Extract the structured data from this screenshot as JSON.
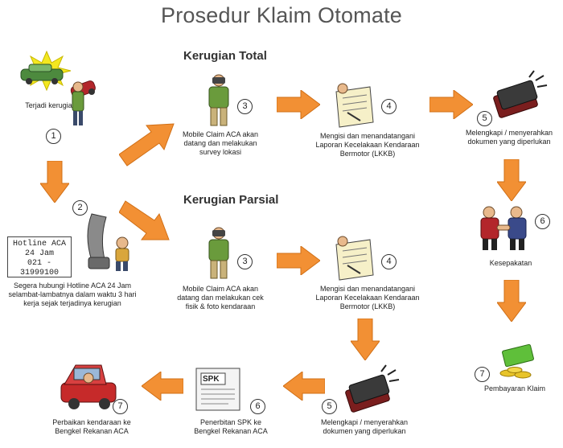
{
  "title": "Prosedur Klaim Otomate",
  "sections": {
    "total": "Kerugian Total",
    "parsial": "Kerugian Parsial"
  },
  "steps": {
    "s1": {
      "num": "1",
      "label": "Terjadi kerugian"
    },
    "s2": {
      "num": "2",
      "label": "Segera hubungi Hotline ACA 24 Jam selambat-lambatnya dalam waktu 3 hari kerja sejak terjadinya kerugian"
    },
    "hotline": {
      "line1": "Hotline ACA",
      "line2": "24 Jam",
      "line3": "021 - 31999100"
    },
    "t3": {
      "num": "3",
      "label": "Mobile Claim ACA akan datang dan melakukan survey lokasi"
    },
    "t4": {
      "num": "4",
      "label": "Mengisi dan menandatangani Laporan Kecelakaan Kendaraan Bermotor (LKKB)"
    },
    "t5": {
      "num": "5",
      "label": "Melengkapi / menyerahkan dokumen yang diperlukan"
    },
    "t6": {
      "num": "6",
      "label": "Kesepakatan"
    },
    "t7": {
      "num": "7",
      "label": "Pembayaran Klaim"
    },
    "p3": {
      "num": "3",
      "label": "Mobile Claim ACA akan datang dan melakukan cek fisik & foto kendaraan"
    },
    "p4": {
      "num": "4",
      "label": "Mengisi dan menandatangani Laporan Kecelakaan Kendaraan Bermotor (LKKB)"
    },
    "p5": {
      "num": "5",
      "label": "Melengkapi / menyerahkan dokumen yang diperlukan"
    },
    "p6": {
      "num": "6",
      "label": "Penerbitan SPK ke Bengkel Rekanan ACA"
    },
    "p7": {
      "num": "7",
      "label": "Perbaikan kendaraan ke Bengkel Rekanan ACA"
    },
    "spk": "SPK"
  }
}
